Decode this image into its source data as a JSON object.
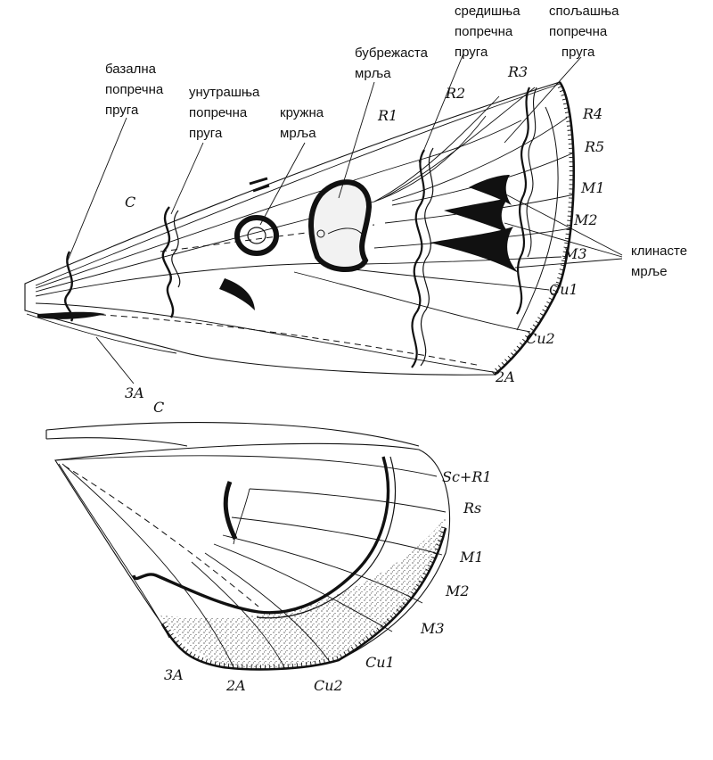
{
  "annotations": {
    "basal_line": [
      "базална",
      "попречна",
      "пруга"
    ],
    "inner_line": [
      "унутрашња",
      "попречна",
      "пруга"
    ],
    "orbicular_spot": [
      "кружна",
      "мрља"
    ],
    "reniform_spot": [
      "бубрежаста",
      "мрља"
    ],
    "median_line": [
      "средишња",
      "попречна",
      "пруга"
    ],
    "outer_line": [
      "спољашња",
      "попречна",
      "пруга"
    ],
    "wedge_spots": [
      "клинасте",
      "мрље"
    ]
  },
  "forewing_veins": {
    "c": "C",
    "r1": "R1",
    "r2": "R2",
    "r3": "R3",
    "r4": "R4",
    "r5": "R5",
    "m1": "M1",
    "m2": "M2",
    "m3": "M3",
    "cu1": "Cu1",
    "cu2": "Cu2",
    "a2": "2A",
    "a3": "3A"
  },
  "hindwing_veins": {
    "c": "C",
    "sc_r1": "Sc+R1",
    "rs": "Rs",
    "m1": "M1",
    "m2": "M2",
    "m3": "M3",
    "cu1": "Cu1",
    "cu2": "Cu2",
    "a2": "2A",
    "a3": "3A"
  },
  "colors": {
    "ink": "#111111",
    "paper": "#ffffff"
  }
}
